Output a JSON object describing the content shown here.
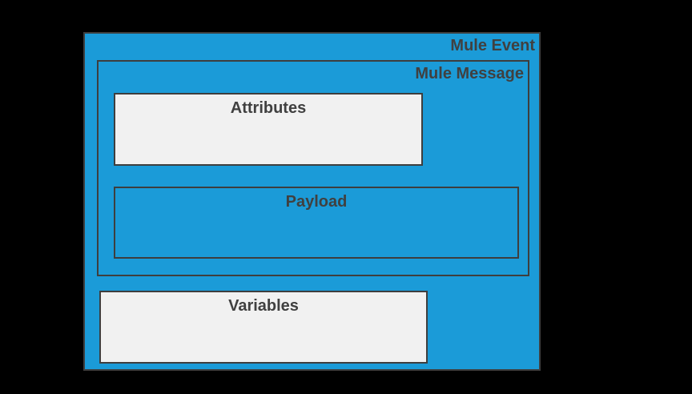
{
  "diagram": {
    "event_box": {
      "label": "Mule Event"
    },
    "message_box": {
      "label": "Mule Message"
    },
    "attributes_box": {
      "label": "Attributes"
    },
    "payload_box": {
      "label": "Payload"
    },
    "variables_box": {
      "label": "Variables"
    }
  },
  "colors": {
    "background": "#000000",
    "box-blue": "#1b9bd8",
    "box-gray": "#f1f1f1",
    "border": "#3e3e3e",
    "text": "#404040"
  }
}
